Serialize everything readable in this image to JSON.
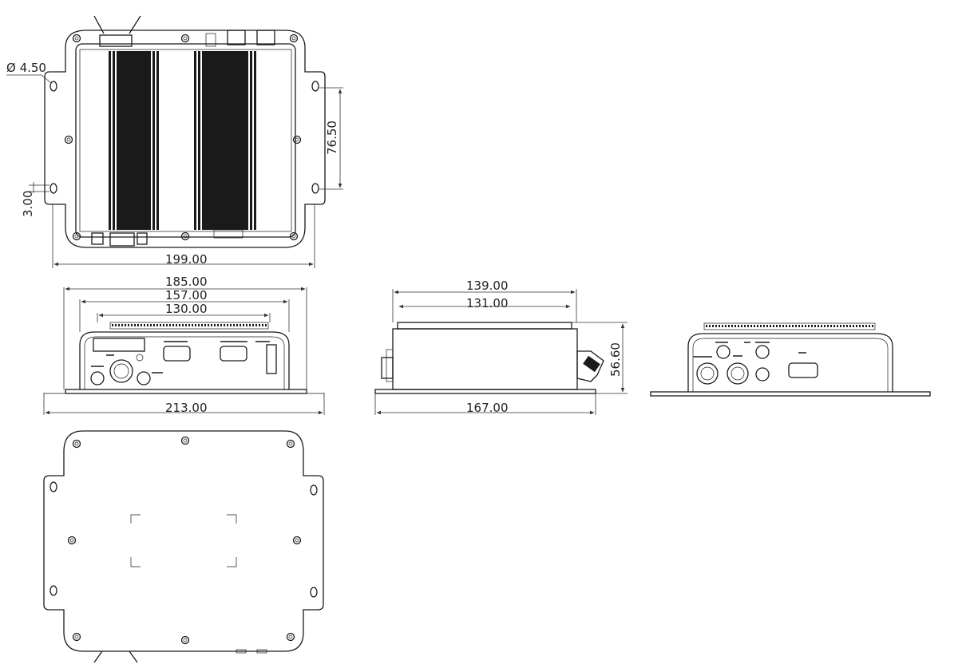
{
  "dimensions": {
    "hole_diameter": "Ø 4.50",
    "slot_offset": "3.00",
    "slot_pitch": "76.50",
    "top_flange_width": "199.00",
    "front_overall_top": "185.00",
    "front_body": "157.00",
    "front_fins": "130.00",
    "front_flange_width": "213.00",
    "side_top_overall": "139.00",
    "side_top_fins": "131.00",
    "side_height": "56.60",
    "side_base_width": "167.00"
  },
  "colors": {
    "line": "#1a1a1a",
    "fin": "#1a1a1a",
    "background": "#ffffff"
  }
}
